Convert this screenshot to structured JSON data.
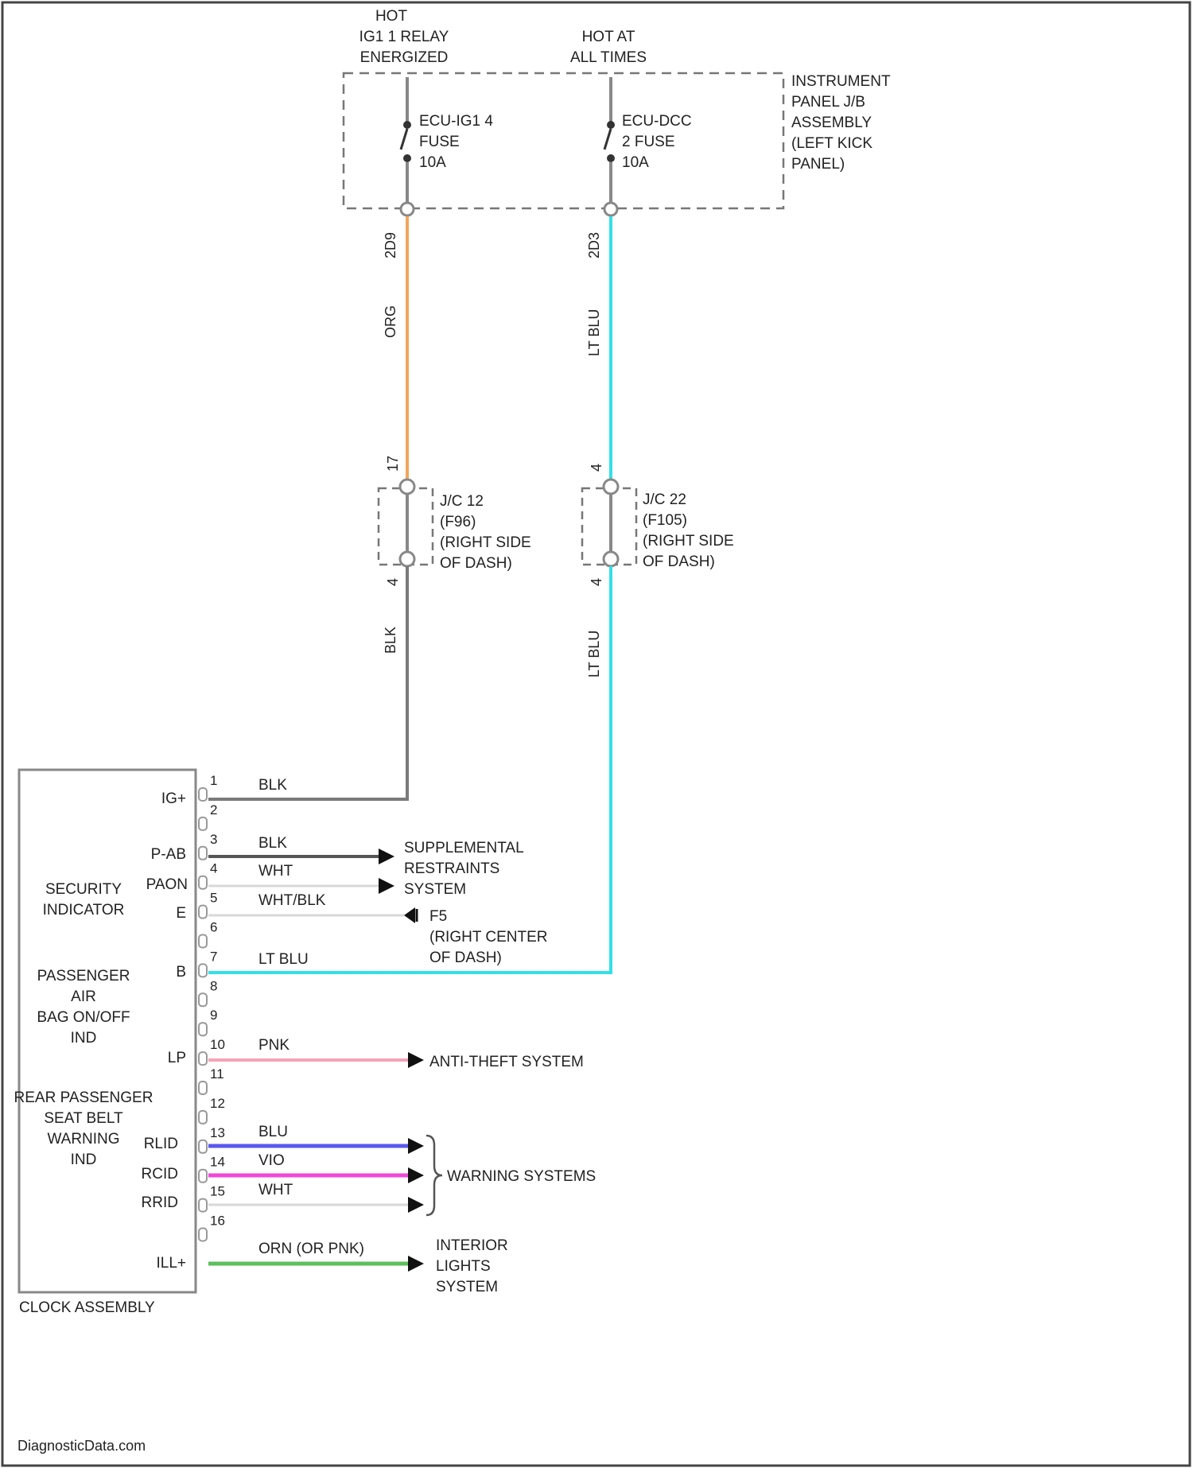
{
  "top_sources": {
    "left_hot": [
      "HOT",
      "IG1 1 RELAY",
      "ENERGIZED"
    ],
    "right_hot": [
      "HOT AT",
      "ALL TIMES"
    ]
  },
  "junction_block": {
    "label_lines": [
      "INSTRUMENT",
      "PANEL J/B",
      "ASSEMBLY",
      "(LEFT KICK",
      "PANEL)"
    ],
    "fuse_left": [
      "ECU-IG1 4",
      "FUSE",
      "10A"
    ],
    "fuse_right": [
      "ECU-DCC",
      "2 FUSE",
      "10A"
    ],
    "pin_left": "2D9",
    "pin_right": "2D3"
  },
  "upper_wires": {
    "left_color": "ORG",
    "right_color": "LT BLU",
    "left_hex": "#f2a65a",
    "right_hex": "#33e0e8"
  },
  "junction_connectors": {
    "left": {
      "label_lines": [
        "J/C 12",
        "(F96)",
        "(RIGHT SIDE",
        "OF DASH)"
      ],
      "pin_top": "17",
      "pin_bottom": "4"
    },
    "right": {
      "label_lines": [
        "J/C 22",
        "(F105)",
        "(RIGHT SIDE",
        "OF DASH)"
      ],
      "pin_top": "4",
      "pin_bottom": "4"
    }
  },
  "lower_wires": {
    "left_color": "BLK",
    "right_color": "LT BLU"
  },
  "clock_assembly": {
    "label": "CLOCK ASSEMBLY",
    "internal_labels": {
      "security": [
        "SECURITY",
        "INDICATOR"
      ],
      "passenger": [
        "PASSENGER",
        "AIR",
        "BAG ON/OFF",
        "IND"
      ],
      "rear": [
        "REAR PASSENGER",
        "SEAT BELT",
        "WARNING",
        "IND"
      ]
    },
    "pin_labels": [
      "IG+",
      "P-AB",
      "PAON",
      "E",
      "B",
      "LP",
      "RLID",
      "RCID",
      "RRID",
      "ILL+"
    ]
  },
  "pins": [
    {
      "num": "1",
      "wire": "BLK"
    },
    {
      "num": "2",
      "wire": ""
    },
    {
      "num": "3",
      "wire": "BLK"
    },
    {
      "num": "4",
      "wire": "WHT"
    },
    {
      "num": "5",
      "wire": "WHT/BLK"
    },
    {
      "num": "6",
      "wire": ""
    },
    {
      "num": "7",
      "wire": "LT BLU"
    },
    {
      "num": "8",
      "wire": ""
    },
    {
      "num": "9",
      "wire": "PNK"
    },
    {
      "num": "10",
      "wire": ""
    },
    {
      "num": "11",
      "wire": ""
    },
    {
      "num": "12",
      "wire": "BLU"
    },
    {
      "num": "13",
      "wire": "VIO"
    },
    {
      "num": "14",
      "wire": "WHT"
    },
    {
      "num": "15",
      "wire": ""
    },
    {
      "num": "16",
      "wire": "ORN (OR PNK)"
    }
  ],
  "destinations": {
    "srs": [
      "SUPPLEMENTAL",
      "RESTRAINTS",
      "SYSTEM"
    ],
    "ground": [
      "F5",
      "(RIGHT CENTER",
      "OF DASH)"
    ],
    "anti_theft": "ANTI-THEFT SYSTEM",
    "warning": "WARNING SYSTEMS",
    "interior": [
      "INTERIOR",
      "LIGHTS",
      "SYSTEM"
    ]
  },
  "wire_colors": {
    "blk": "#7a7a7a",
    "ltblu": "#33e0e8",
    "pnk": "#f5a3b8",
    "blu": "#5a5aee",
    "vio": "#f048d8",
    "wht": "#d8d8d8",
    "grn": "#5cbf5c"
  },
  "watermark": "DiagnosticData.com"
}
